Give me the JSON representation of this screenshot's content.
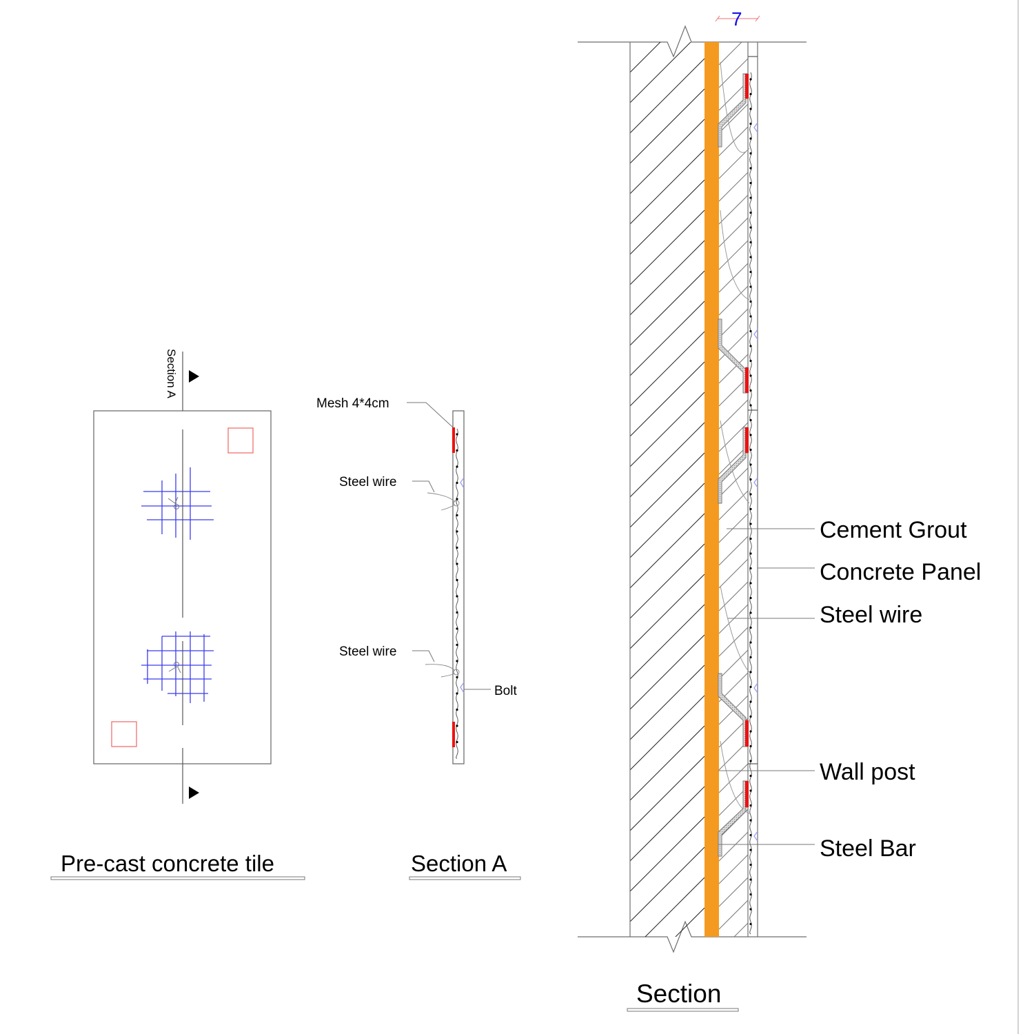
{
  "drawing": {
    "colors": {
      "line": "#6e6e6e",
      "hatch": "#222222",
      "orange_layer": "#f59a20",
      "red_plate": "#ee1111",
      "mesh_blue": "#3a3aee",
      "anchor_red": "#f07070",
      "bolt_blue": "#9c9cf5",
      "dimension_text": "#1010ee",
      "dimension_line": "#f07070"
    },
    "tile_view": {
      "title": "Pre-cast concrete tile",
      "section_marker": "Section A",
      "arrow_icon": "section-arrow-icon"
    },
    "section_a_view": {
      "title": "Section A",
      "callouts": [
        {
          "id": "mesh",
          "text": "Mesh 4*4cm"
        },
        {
          "id": "wire1",
          "text": "Steel wire"
        },
        {
          "id": "wire2",
          "text": "Steel wire"
        },
        {
          "id": "bolt",
          "text": "Bolt"
        }
      ]
    },
    "section_view": {
      "title": "Section",
      "dimension": "7",
      "callouts": [
        {
          "id": "grout",
          "text": "Cement Grout"
        },
        {
          "id": "panel",
          "text": "Concrete Panel"
        },
        {
          "id": "wire",
          "text": "Steel wire"
        },
        {
          "id": "post",
          "text": "Wall post"
        },
        {
          "id": "bar",
          "text": "Steel Bar"
        }
      ]
    }
  }
}
